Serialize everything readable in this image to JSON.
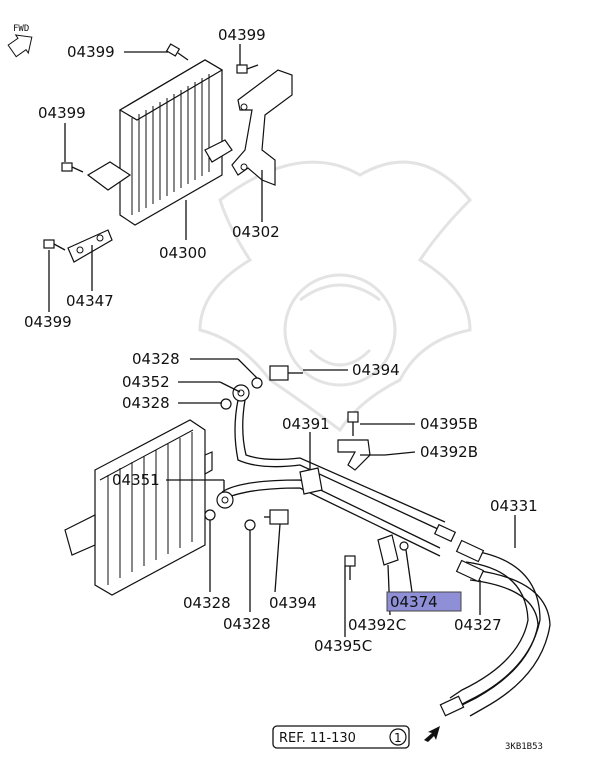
{
  "fwd_label": "FWD",
  "parts": {
    "p04399_a": "04399",
    "p04399_b": "04399",
    "p04399_c": "04399",
    "p04399_d": "04399",
    "p04300": "04300",
    "p04302": "04302",
    "p04347": "04347",
    "p04328_a": "04328",
    "p04352": "04352",
    "p04328_b": "04328",
    "p04394_a": "04394",
    "p04391": "04391",
    "p04395b": "04395B",
    "p04392b": "04392B",
    "p04351": "04351",
    "p04331": "04331",
    "p04328_c": "04328",
    "p04394_b": "04394",
    "p04328_d": "04328",
    "p04374": "04374",
    "p04392c": "04392C",
    "p04327": "04327",
    "p04395c": "04395C"
  },
  "highlighted_part": "04374",
  "highlight_color": "#8e8fd6",
  "ref_label": "REF. 11-130",
  "ref_circle": "1",
  "diagram_code": "3KB1B53"
}
